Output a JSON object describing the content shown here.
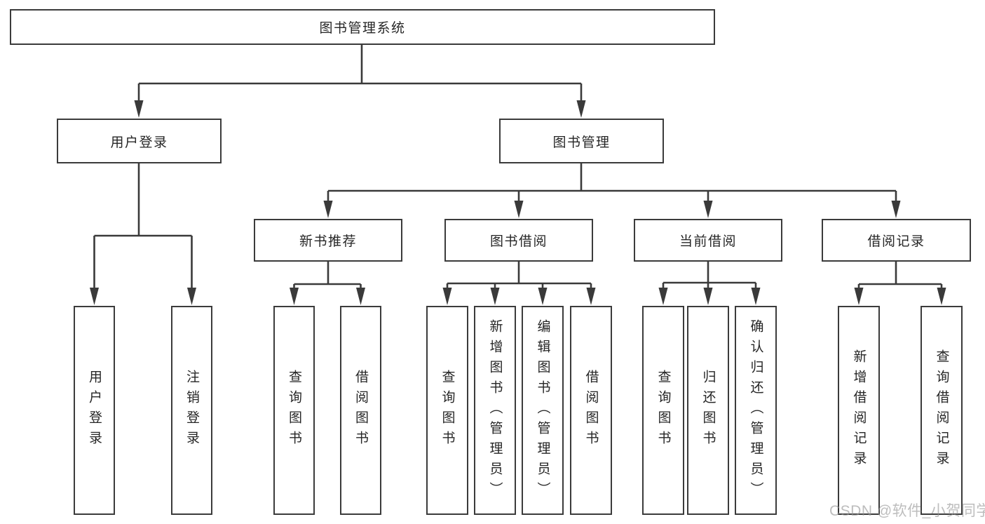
{
  "diagram": {
    "title": "图书管理系统",
    "nodes": {
      "root": "图书管理系统",
      "user_login": "用户登录",
      "book_mgmt": "图书管理",
      "ul_user_login": "用户登录",
      "ul_logout": "注销登录",
      "new_book_rec": "新书推荐",
      "book_borrow": "图书借阅",
      "current_borrow": "当前借阅",
      "borrow_records": "借阅记录",
      "nb_query_books": "查询图书",
      "nb_borrow_books": "借阅图书",
      "bb_query_books": "查询图书",
      "bb_add_books": "新增图书（管理员）",
      "bb_edit_books": "编辑图书（管理员）",
      "bb_borrow_books": "借阅图书",
      "cb_query_books": "查询图书",
      "cb_return_books": "归还图书",
      "cb_confirm_return": "确认归还（管理员）",
      "br_add_record": "新增借阅记录",
      "br_query_record": "查询借阅记录"
    },
    "structure": {
      "图书管理系统": [
        "用户登录",
        "图书管理"
      ],
      "用户登录": [
        "用户登录",
        "注销登录"
      ],
      "图书管理": [
        "新书推荐",
        "图书借阅",
        "当前借阅",
        "借阅记录"
      ],
      "新书推荐": [
        "查询图书",
        "借阅图书"
      ],
      "图书借阅": [
        "查询图书",
        "新增图书（管理员）",
        "编辑图书（管理员）",
        "借阅图书"
      ],
      "当前借阅": [
        "查询图书",
        "归还图书",
        "确认归还（管理员）"
      ],
      "借阅记录": [
        "新增借阅记录",
        "查询借阅记录"
      ]
    }
  },
  "watermark": "CSDN @软件_小贺同学",
  "colors": {
    "line": "#3a3a3a",
    "box_border": "#3b3b3b",
    "text": "#262626",
    "background": "#ffffff",
    "watermark": "#989898"
  }
}
